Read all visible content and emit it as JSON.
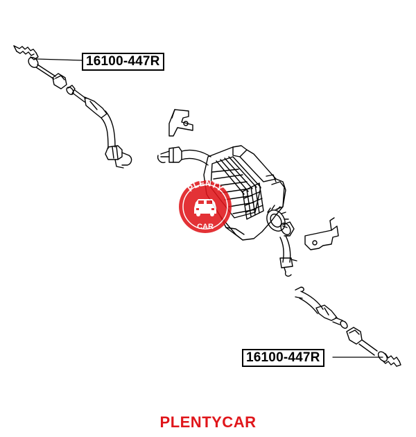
{
  "diagram": {
    "part_number_top": "16100-447R",
    "part_number_bottom": "16100-447R",
    "brand_footer": "PLENTYCAR"
  },
  "watermark": {
    "text_top": "PLENTY",
    "text_bottom": "CAR",
    "icon": "car-icon",
    "color": "#e0161b"
  },
  "colors": {
    "line": "#000000",
    "brand_red": "#e0161b",
    "background": "#ffffff"
  }
}
